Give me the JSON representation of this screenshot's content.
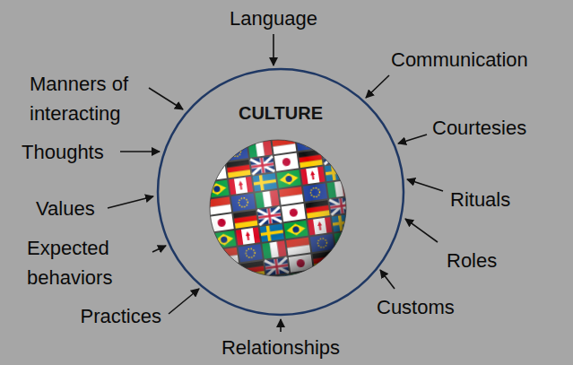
{
  "diagram": {
    "nodes": [
      {
        "text": [
          "CULTURE"
        ]
      }
    ],
    "labels": [
      "Language",
      "Communication",
      "Courtesies",
      "Rituals",
      "Roles",
      "Customs",
      "Relationships",
      "Practices",
      "Expected behaviors",
      "Values",
      "Thoughts",
      "Manners of interacting"
    ]
  }
}
